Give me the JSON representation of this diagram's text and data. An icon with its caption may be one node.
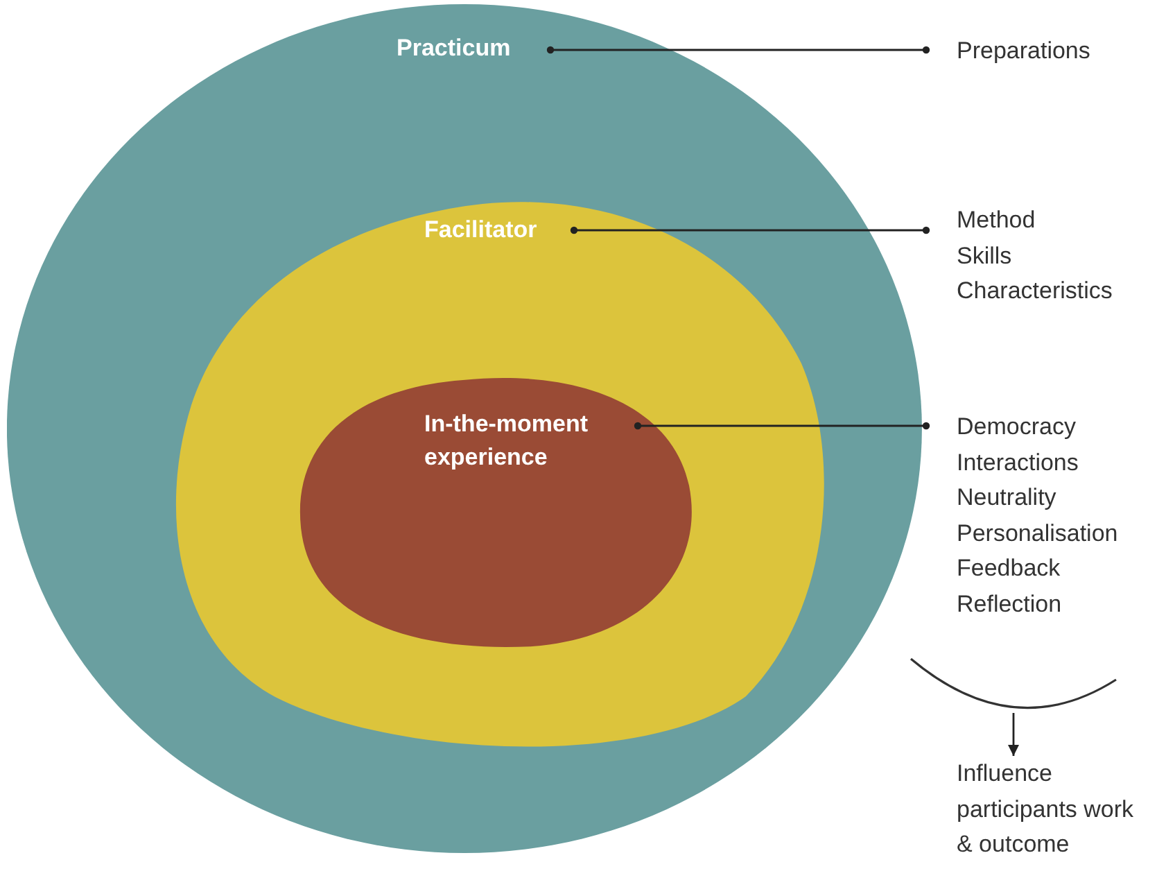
{
  "diagram": {
    "nodes": [
      {
        "text": [
          "Practicum"
        ]
      },
      {
        "text": [
          "Facilitator"
        ],
        "in": 0
      },
      {
        "text": [
          "In-the-moment experience"
        ],
        "in": 1
      },
      {
        "text": [
          "Preparations"
        ]
      },
      {
        "text": [
          "Method",
          "Skills",
          "Characteristics"
        ]
      },
      {
        "text": [
          "Democracy",
          "Interactions",
          "Neutrality",
          "Personalisation",
          "Feedback",
          "Reflection"
        ]
      },
      {
        "text": [],
        "shape": "arc"
      },
      {
        "text": [
          "Influence participants work & outcome"
        ]
      }
    ],
    "edges": [
      {
        "from": 0,
        "to": 3,
        "arrow": "other"
      },
      {
        "from": 1,
        "to": 4,
        "arrow": "other"
      },
      {
        "from": 2,
        "to": 5,
        "arrow": "other"
      },
      {
        "from": 6,
        "to": 7,
        "arrow": "to"
      }
    ]
  }
}
